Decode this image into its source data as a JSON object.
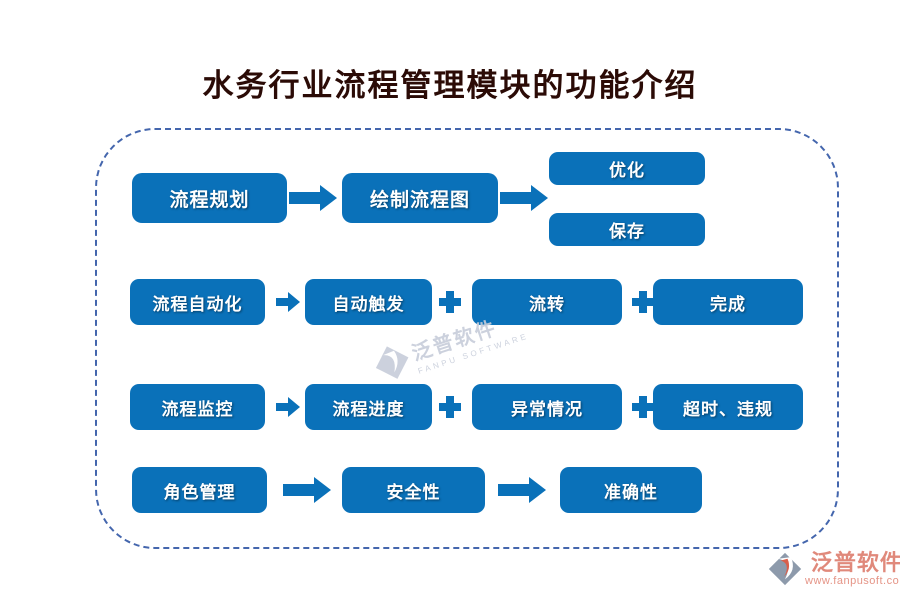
{
  "title": "水务行业流程管理模块的功能介绍",
  "diagram": {
    "row1": {
      "planning": "流程规划",
      "draw": "绘制流程图",
      "optimize": "优化",
      "save": "保存"
    },
    "row2": {
      "automation": "流程自动化",
      "trigger": "自动触发",
      "flow": "流转",
      "complete": "完成"
    },
    "row3": {
      "monitor": "流程监控",
      "progress": "流程进度",
      "exception": "异常情况",
      "overtime": "超时、违规"
    },
    "row4": {
      "role": "角色管理",
      "security": "安全性",
      "accuracy": "准确性"
    }
  },
  "watermark": {
    "brand": "泛普软件",
    "brand_en": "FANPU SOFTWARE"
  },
  "footer": {
    "brand": "泛普软件",
    "website": "www.fanpusoft.com"
  },
  "colors": {
    "node_blue": "#0a71b9",
    "dashed_border_blue": "#4466ad",
    "title_text": "#2b0b06",
    "logo_red": "#e0897b"
  }
}
